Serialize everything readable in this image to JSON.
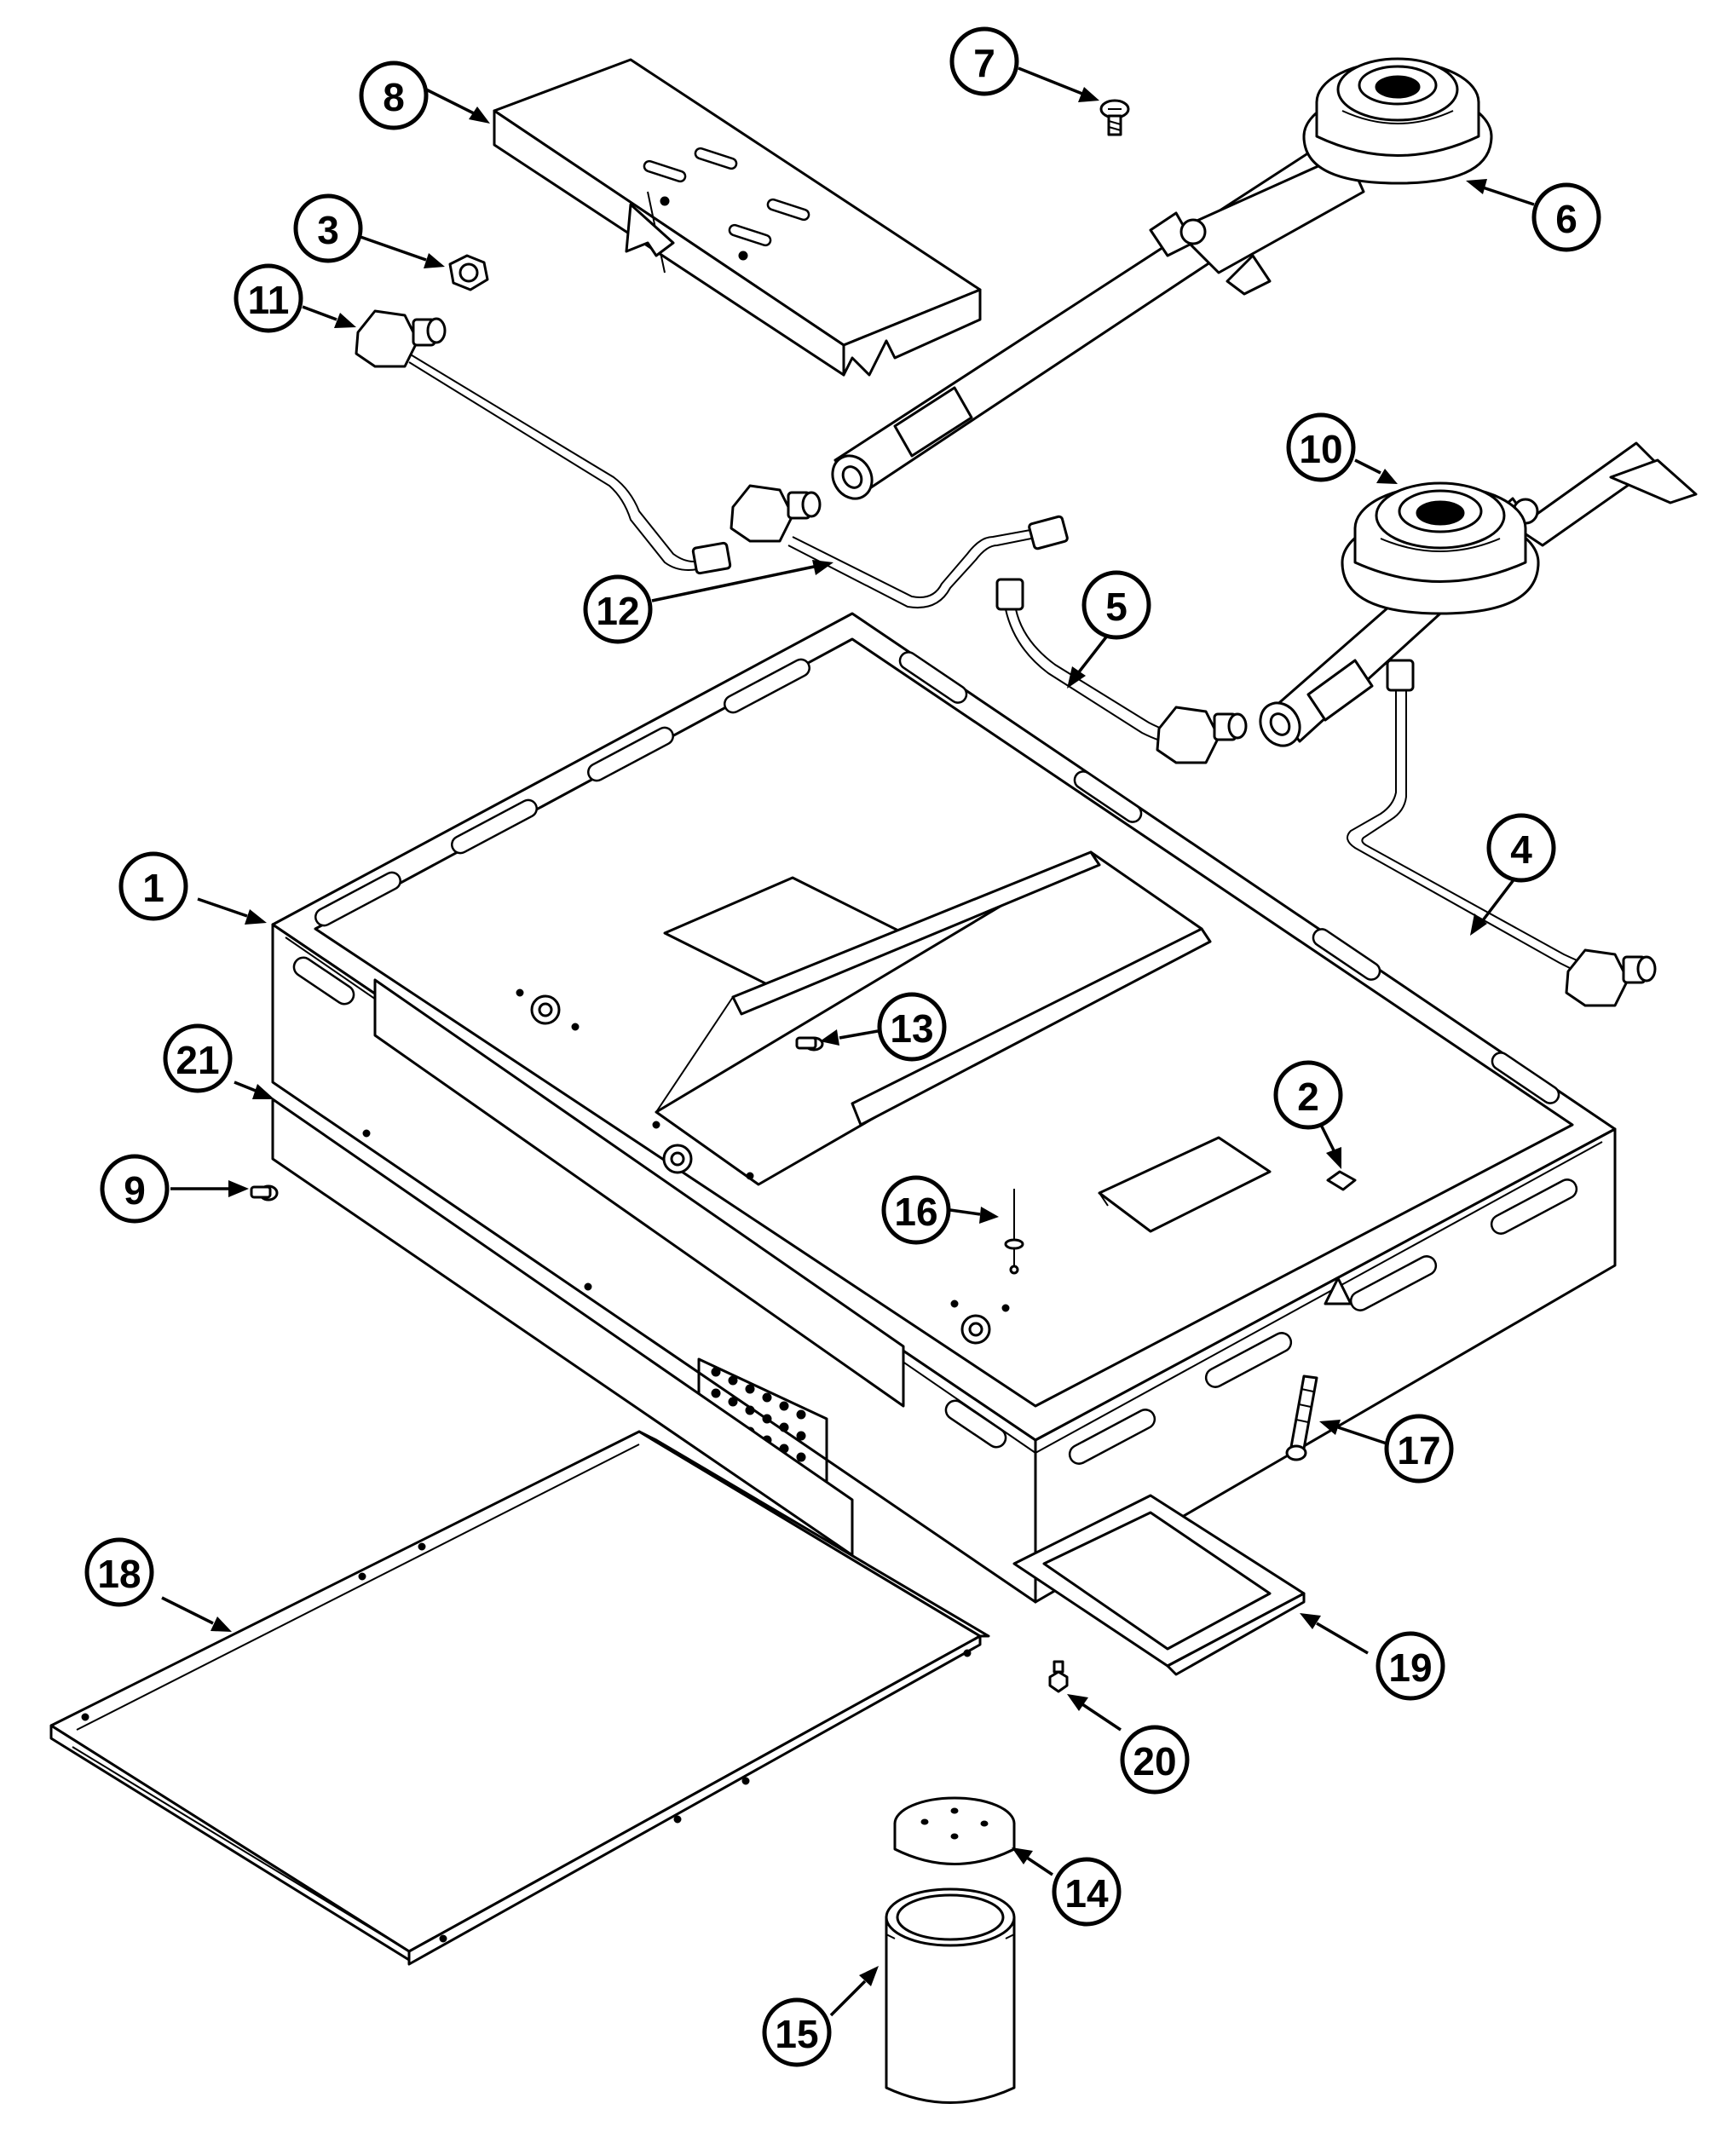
{
  "callouts": [
    {
      "id": "c1",
      "label": "1"
    },
    {
      "id": "c2",
      "label": "2"
    },
    {
      "id": "c3",
      "label": "3"
    },
    {
      "id": "c4",
      "label": "4"
    },
    {
      "id": "c5",
      "label": "5"
    },
    {
      "id": "c6",
      "label": "6"
    },
    {
      "id": "c7",
      "label": "7"
    },
    {
      "id": "c8",
      "label": "8"
    },
    {
      "id": "c9",
      "label": "9"
    },
    {
      "id": "c10",
      "label": "10"
    },
    {
      "id": "c11",
      "label": "11"
    },
    {
      "id": "c12",
      "label": "12"
    },
    {
      "id": "c13",
      "label": "13"
    },
    {
      "id": "c14",
      "label": "14"
    },
    {
      "id": "c15",
      "label": "15"
    },
    {
      "id": "c16",
      "label": "16"
    },
    {
      "id": "c17",
      "label": "17"
    },
    {
      "id": "c18",
      "label": "18"
    },
    {
      "id": "c19",
      "label": "19"
    },
    {
      "id": "c20",
      "label": "20"
    },
    {
      "id": "c21",
      "label": "21"
    }
  ],
  "colors": {
    "line": "#000000",
    "background": "#ffffff"
  }
}
